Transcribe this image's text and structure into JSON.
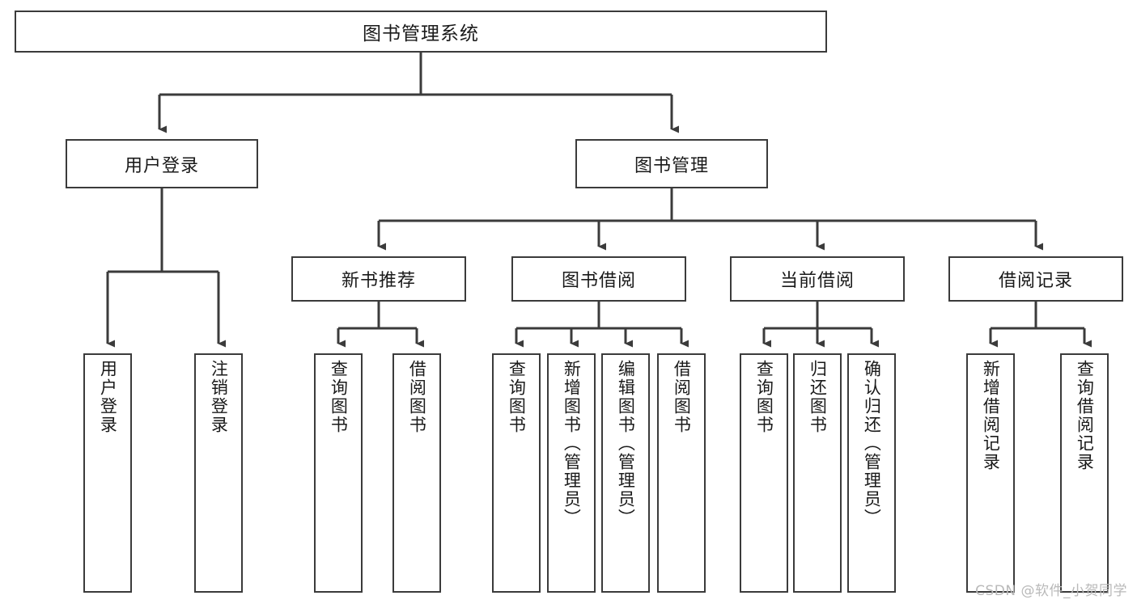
{
  "diagram": {
    "title": "图书管理系统",
    "watermark": "CSDN @软件_小贺同学",
    "colors": {
      "stroke": "#3b3b3b",
      "box_fill": "#ffffff",
      "text": "#1a1a1a",
      "watermark": "#b9b9b9",
      "background": "#ffffff"
    },
    "root": {
      "label": "图书管理系统"
    },
    "level2": [
      {
        "label": "用户登录"
      },
      {
        "label": "图书管理"
      }
    ],
    "level3": [
      {
        "label": "新书推荐"
      },
      {
        "label": "图书借阅"
      },
      {
        "label": "当前借阅"
      },
      {
        "label": "借阅记录"
      }
    ],
    "leaves": {
      "user_login": [
        {
          "label": "用户登录"
        },
        {
          "label": "注销登录"
        }
      ],
      "new_book_recommend": [
        {
          "label": "查询图书"
        },
        {
          "label": "借阅图书"
        }
      ],
      "book_borrow": [
        {
          "label": "查询图书"
        },
        {
          "label": "新增图书（管理员）"
        },
        {
          "label": "编辑图书（管理员）"
        },
        {
          "label": "借阅图书"
        }
      ],
      "current_borrow": [
        {
          "label": "查询图书"
        },
        {
          "label": "归还图书"
        },
        {
          "label": "确认归还（管理员）"
        }
      ],
      "borrow_record": [
        {
          "label": "新增借阅记录"
        },
        {
          "label": "查询借阅记录"
        }
      ]
    }
  }
}
